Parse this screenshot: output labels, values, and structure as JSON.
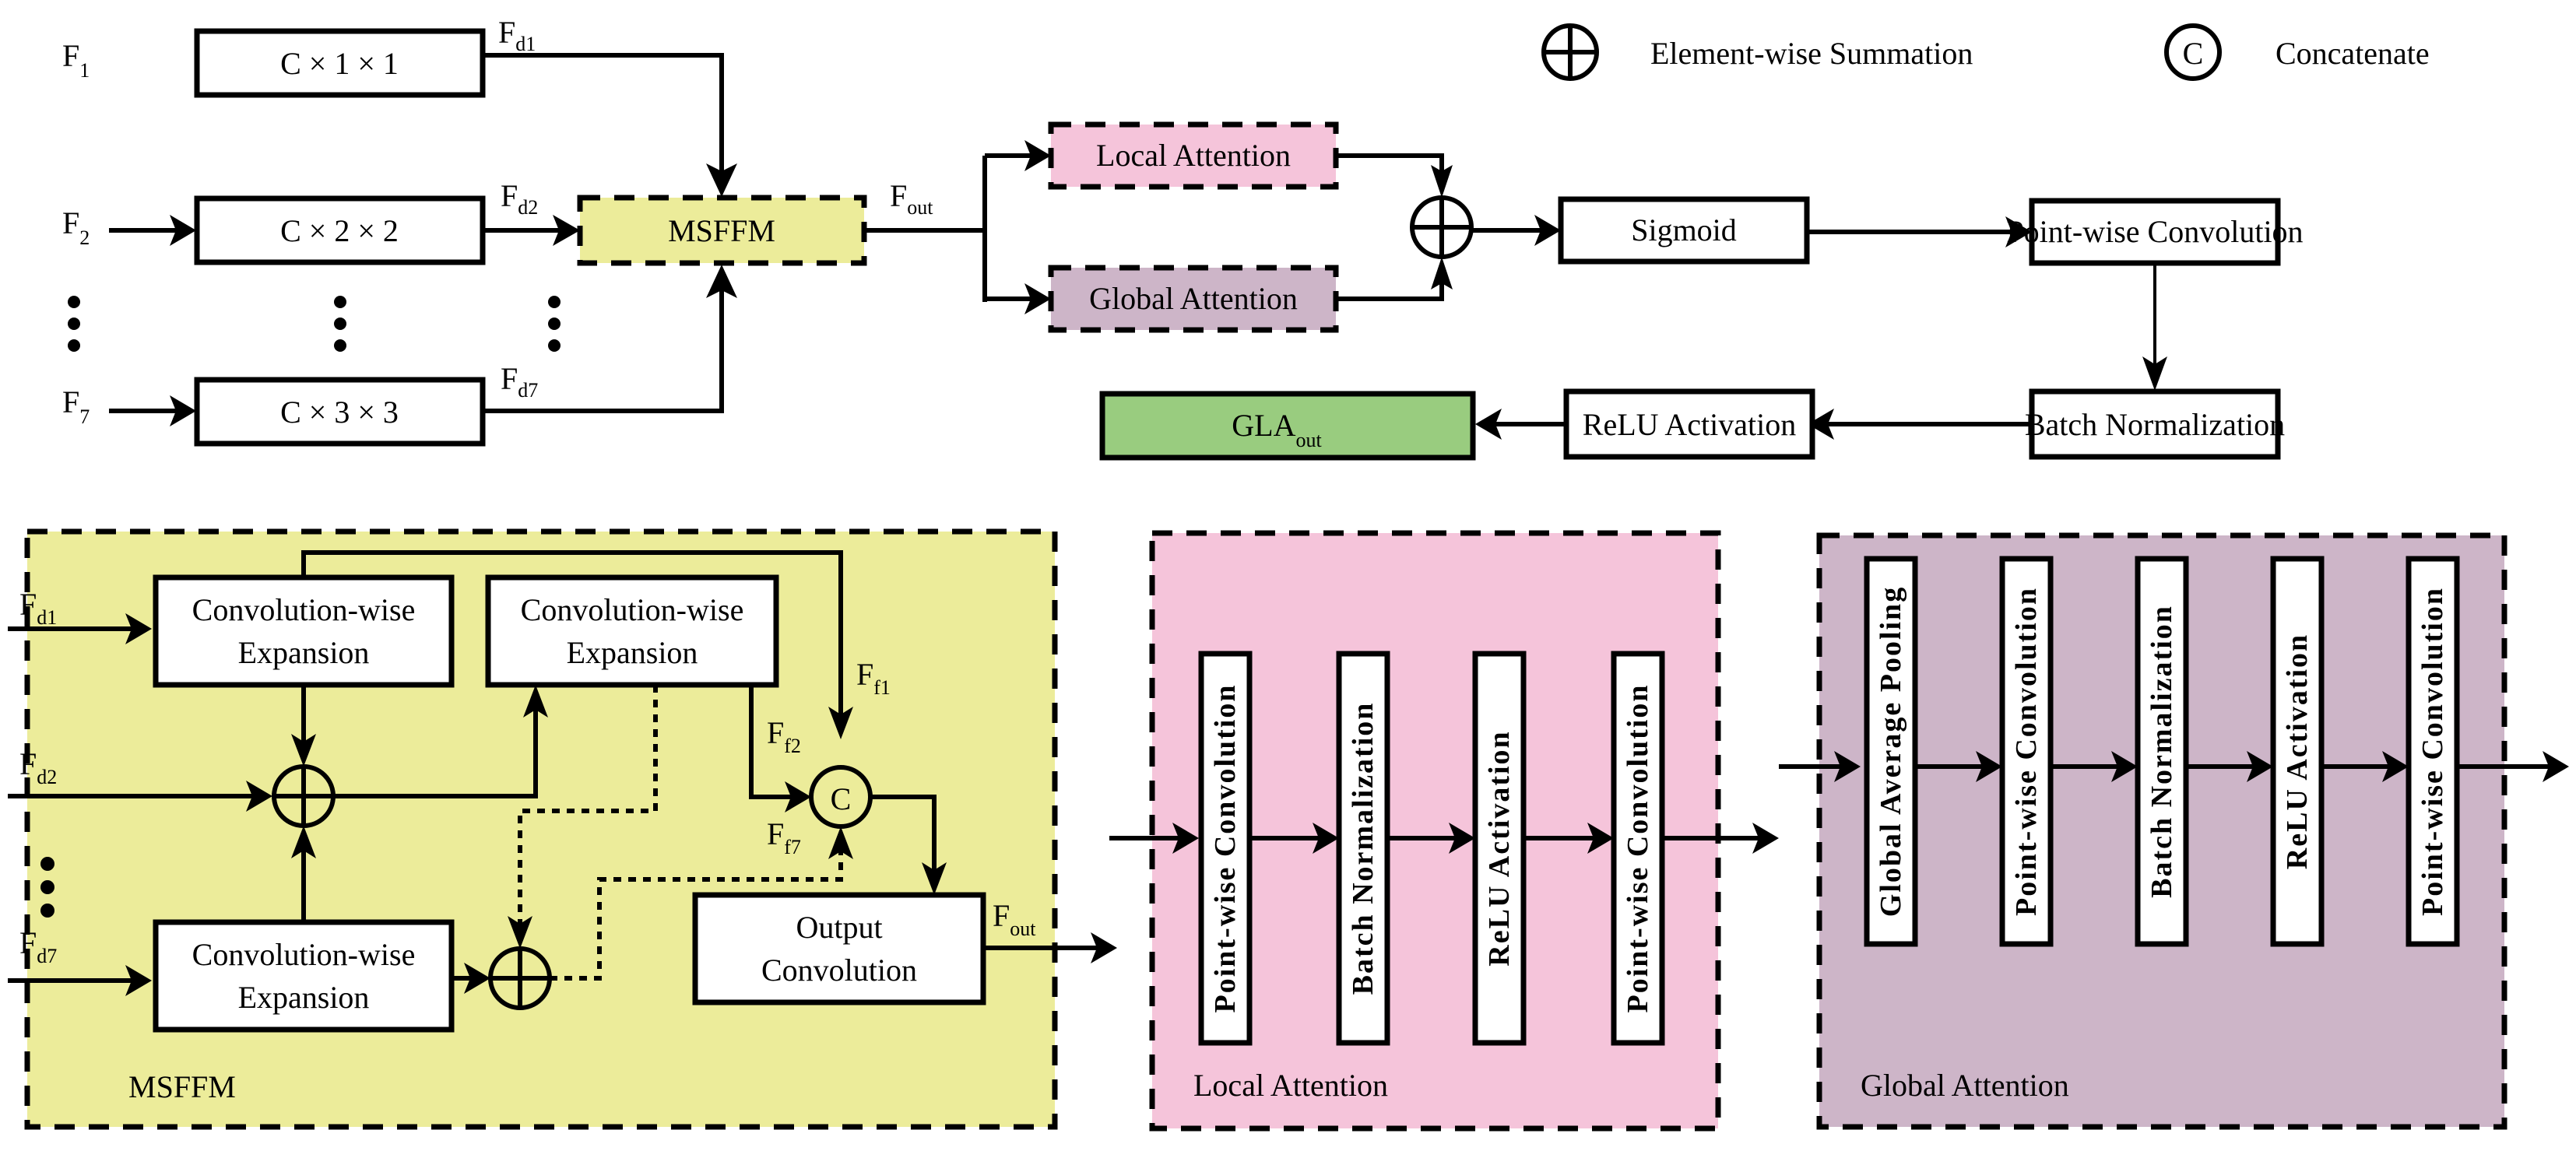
{
  "colors": {
    "msffm": "#ecec9a",
    "local": "#f5c4da",
    "global": "#cdb5c8",
    "gla_out": "#99cc7f"
  },
  "legend": {
    "sum_label": "Element-wise Summation",
    "concat_label": "Concatenate",
    "concat_symbol": "C"
  },
  "top": {
    "inputs": [
      {
        "main": "F",
        "sub": "1"
      },
      {
        "main": "F",
        "sub": "2"
      },
      {
        "main": "F",
        "sub": "7"
      }
    ],
    "kernels": [
      "C × 1 × 1",
      "C × 2 × 2",
      "C × 3 × 3"
    ],
    "features": [
      {
        "main": "F",
        "sub": "d1"
      },
      {
        "main": "F",
        "sub": "d2"
      },
      {
        "main": "F",
        "sub": "d7"
      }
    ],
    "msffm_label": "MSFFM",
    "fout": {
      "main": "F",
      "sub": "out"
    },
    "local_label": "Local Attention",
    "global_label": "Global Attention",
    "sigmoid": "Sigmoid",
    "pwconv": "Point-wise Convolution",
    "bn": "Batch Normalization",
    "relu": "ReLU Activation",
    "gla": {
      "main": "GLA",
      "sub": "out"
    }
  },
  "msffm_panel": {
    "title": "MSFFM",
    "inputs": [
      {
        "main": "F",
        "sub": "d1"
      },
      {
        "main": "F",
        "sub": "d2"
      },
      {
        "main": "F",
        "sub": "d7"
      }
    ],
    "cwe_line1": "Convolution-wise",
    "cwe_line2": "Expansion",
    "ff": [
      {
        "main": "F",
        "sub": "f1"
      },
      {
        "main": "F",
        "sub": "f2"
      },
      {
        "main": "F",
        "sub": "f7"
      }
    ],
    "concat_symbol": "C",
    "outconv_line1": "Output",
    "outconv_line2": "Convolution",
    "fout": {
      "main": "F",
      "sub": "out"
    }
  },
  "local_panel": {
    "title": "Local Attention",
    "blocks": [
      "Point-wise Convolution",
      "Batch Normalization",
      "ReLU Activation",
      "Point-wise Convolution"
    ]
  },
  "global_panel": {
    "title": "Global Attention",
    "blocks": [
      "Global Average Pooling",
      "Point-wise Convolution",
      "Batch Normalization",
      "ReLU Activation",
      "Point-wise Convolution"
    ]
  }
}
